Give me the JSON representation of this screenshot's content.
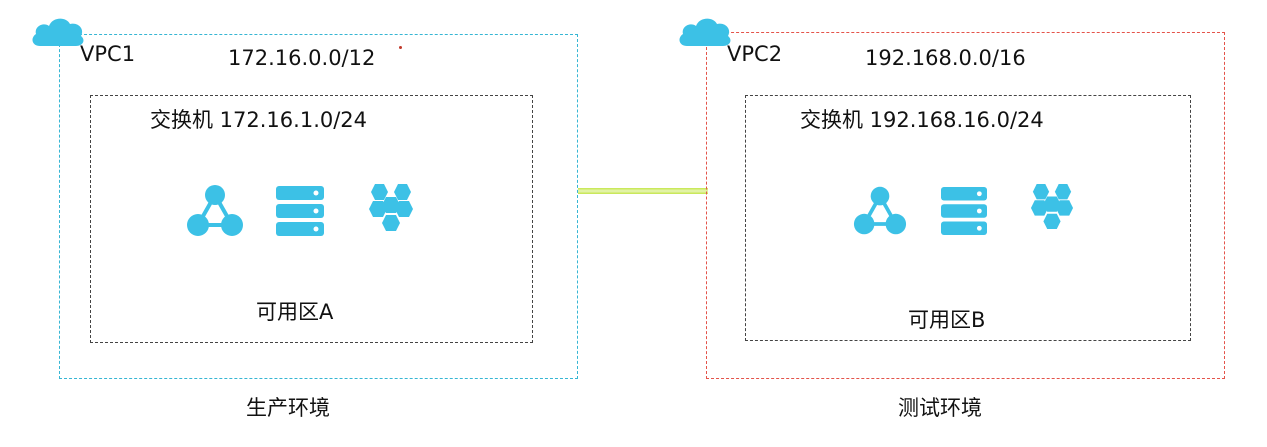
{
  "vpc1": {
    "name": "VPC1",
    "cidr": "172.16.0.0/12",
    "switch": "交换机 172.16.1.0/24",
    "zone": "可用区A",
    "env": "生产环境",
    "border_color": "#36b6d4"
  },
  "vpc2": {
    "name": "VPC2",
    "cidr": "192.168.0.0/16",
    "switch": "交换机 192.168.16.0/24",
    "zone": "可用区B",
    "env": "测试环境",
    "border_color": "#e4544a"
  },
  "icons": [
    "cloud-icon",
    "network-topology-icon",
    "server-stack-icon",
    "container-hexagon-icon"
  ],
  "colors": {
    "icon": "#3cc1e6",
    "peering_link": "#c4e64a"
  }
}
